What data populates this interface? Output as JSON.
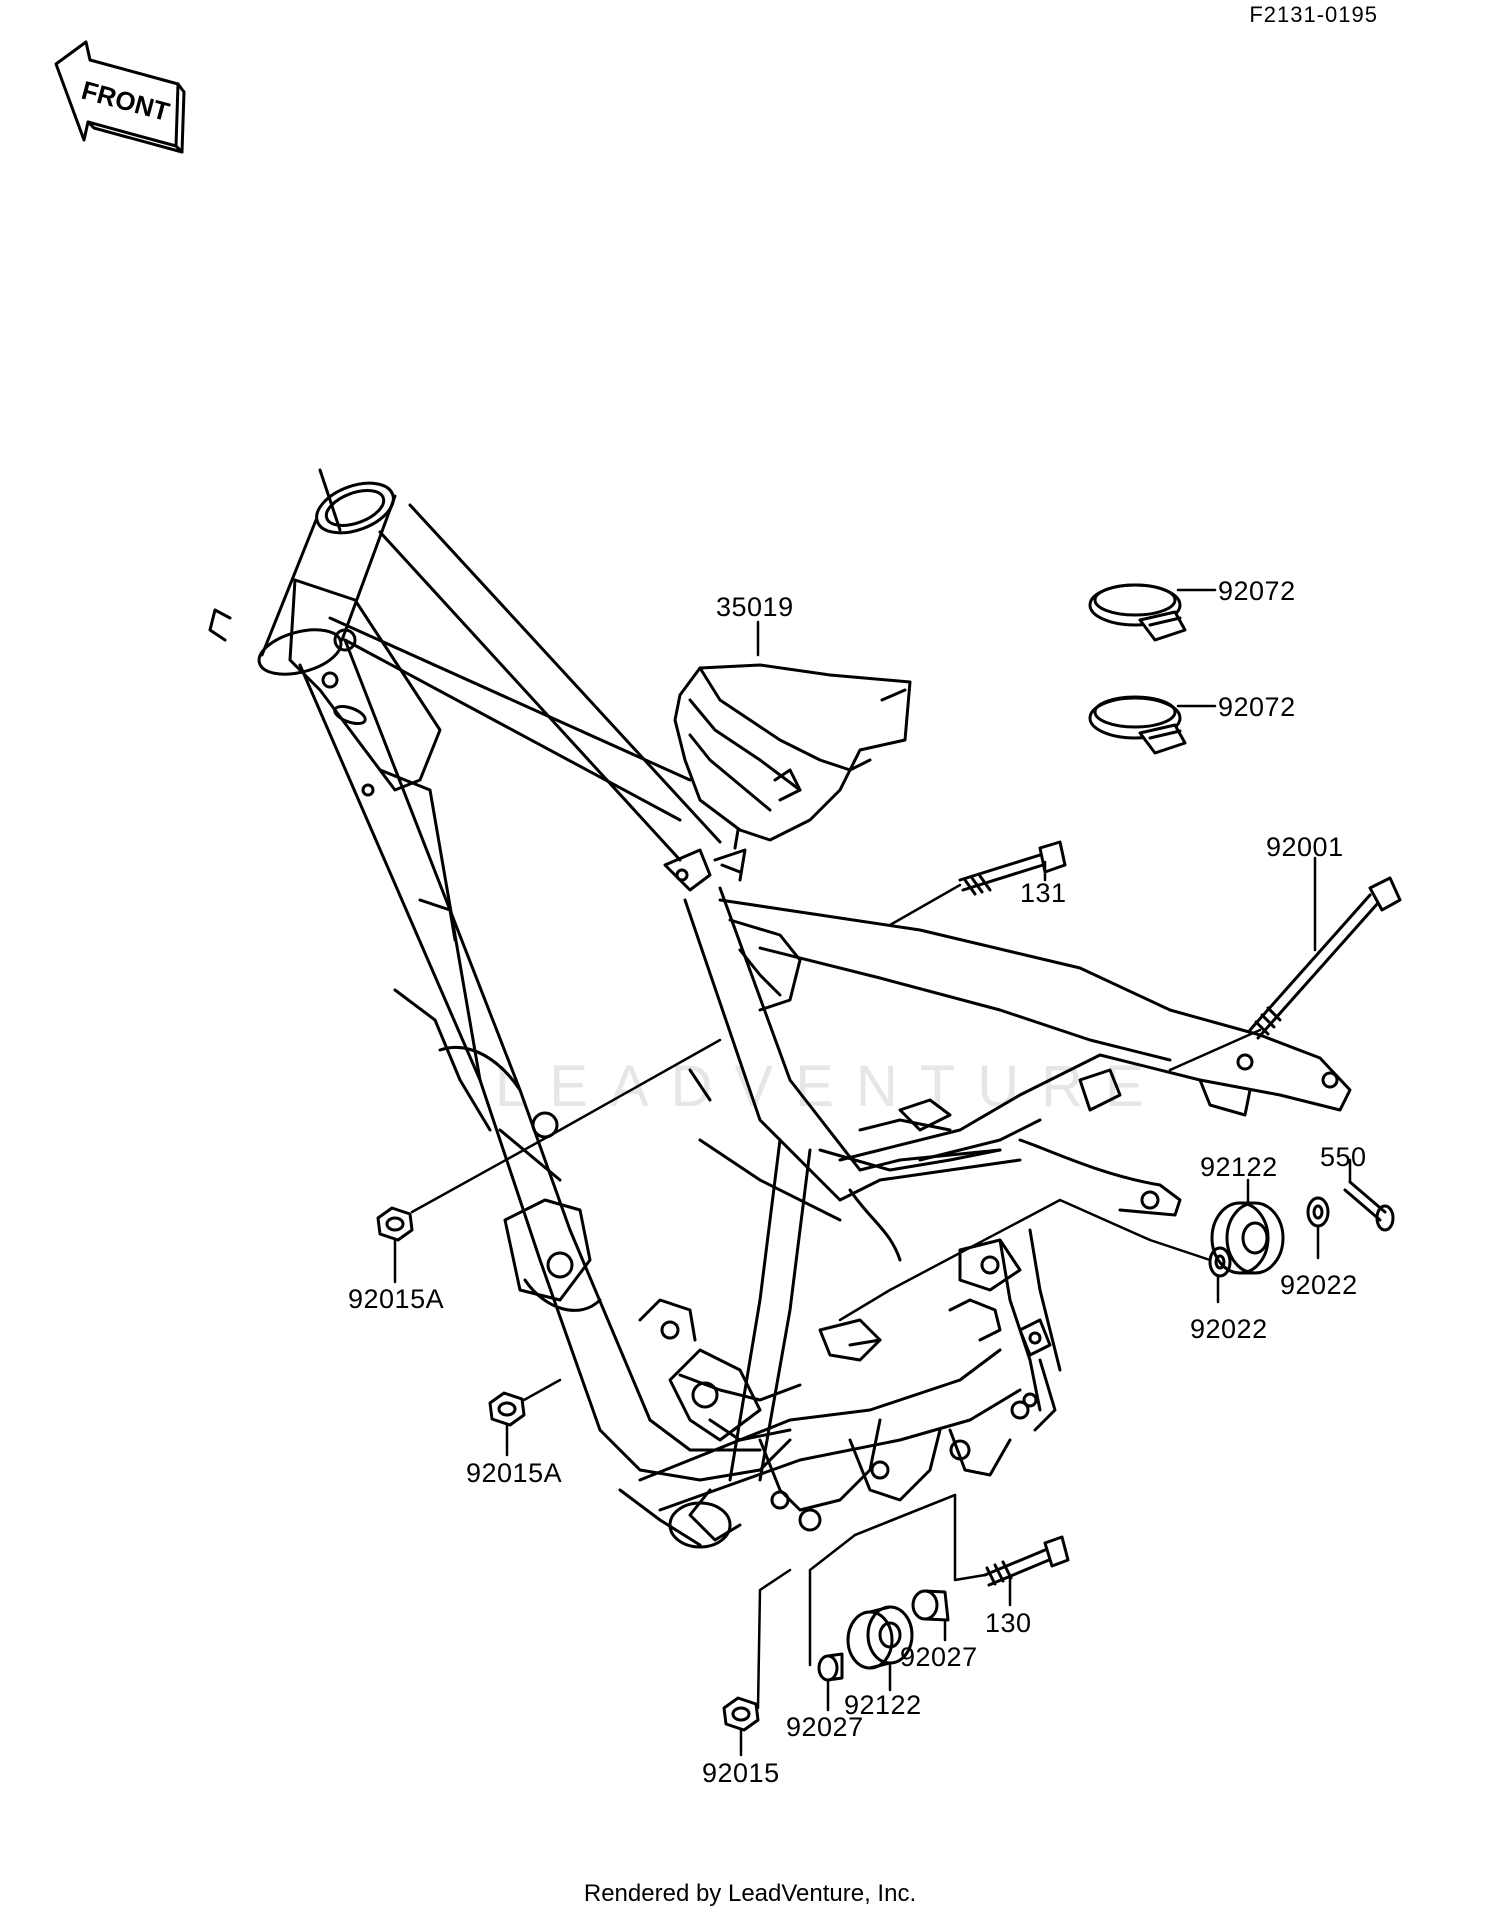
{
  "document": {
    "diagram_id": "F2131-0195",
    "front_label": "FRONT",
    "footer": "Rendered by LeadVenture, Inc.",
    "watermark": "LEADVENTURE"
  },
  "parts": {
    "p35019": "35019",
    "p92072_a": "92072",
    "p92072_b": "92072",
    "p131": "131",
    "p92001": "92001",
    "p92122_a": "92122",
    "p550": "550",
    "p92022_a": "92022",
    "p92022_b": "92022",
    "p92015A_a": "92015A",
    "p92015A_b": "92015A",
    "p130": "130",
    "p92027_a": "92027",
    "p92122_b": "92122",
    "p92027_b": "92027",
    "p92015": "92015"
  },
  "colors": {
    "ink": "#000000",
    "paper": "#ffffff",
    "watermark": "#e6e6e6"
  }
}
